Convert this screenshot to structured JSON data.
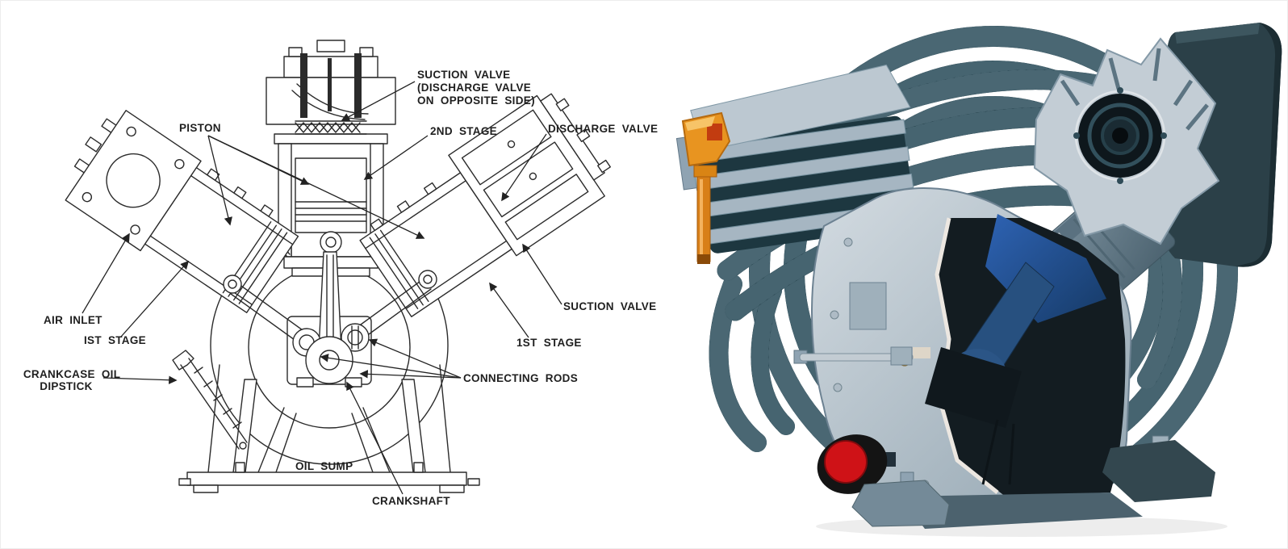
{
  "page": {
    "background": "#ffffff"
  },
  "diagram": {
    "description": "Technical line drawing of a two-stage V-type reciprocating air compressor, sectioned, with callout labels",
    "ink_color": "#2b2b2b",
    "labels": {
      "piston": "PISTON",
      "suction_valve_note": [
        "SUCTION VALVE",
        "(DISCHARGE VALVE",
        "ON OPPOSITE SIDE)"
      ],
      "second_stage": "2ND STAGE",
      "discharge_valve": "DISCHARGE VALVE",
      "air_inlet": "AIR INLET",
      "first_stage_left": "IST STAGE",
      "suction_valve_right": "SUCTION VALVE",
      "first_stage_right": "1ST STAGE",
      "crankcase_oil_dipstick": [
        "CRANKCASE OIL",
        "DIPSTICK"
      ],
      "connecting_rods": "CONNECTING RODS",
      "oil_sump": "OIL SUMP",
      "crankshaft": "CRANKSHAFT"
    }
  },
  "photo": {
    "description": "Color cutaway rendering of a two-stage air compressor pump with finned heads, coiled intercooler tubes, sectioned piston and crankcase",
    "colors": {
      "body_metal": "#9fb0bc",
      "metal_highlight": "#d3dbe1",
      "fins_dark": "#1d3740",
      "coil_tube": "#24414c",
      "coil_rib": "#4a6773",
      "interior_dark": "#131c21",
      "internals_blue": "#1c3e6e",
      "oil_cap_red": "#cf1217",
      "dipstick_orange": "#e89420",
      "valve_cover_dark": "#2b4048"
    }
  }
}
